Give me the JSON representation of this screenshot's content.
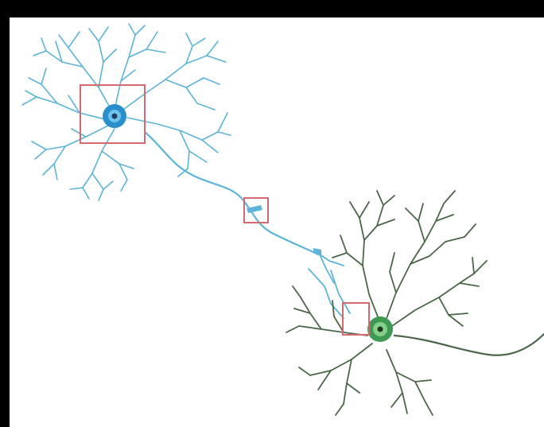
{
  "colors": {
    "background": "#000000",
    "canvas": "#ffffff",
    "presynaptic_neuron": "#5cb4d8",
    "presynaptic_soma": "#2a8fca",
    "presynaptic_nucleus": "#1b3e66",
    "postsynaptic_neuron": "#4a6848",
    "postsynaptic_soma": "#3e9a52",
    "postsynaptic_nucleus": "#1c3a22",
    "highlight_box": "#d46a6e"
  },
  "diagram": {
    "neurons": [
      {
        "role": "presynaptic",
        "icon": "neuron-blue"
      },
      {
        "role": "postsynaptic",
        "icon": "neuron-green"
      }
    ],
    "highlight_boxes": [
      "soma",
      "axon-segment",
      "synapse"
    ]
  }
}
